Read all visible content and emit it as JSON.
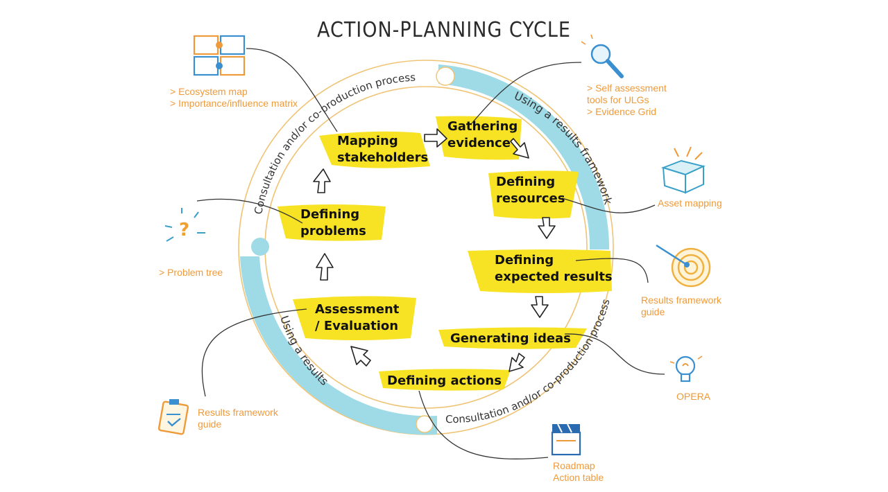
{
  "title": "ACTION-PLANNING CYCLE",
  "ring_text": {
    "outer_top_left": "Consultation and/or co-production process",
    "outer_bottom_right": "Consultation and/or co-production process",
    "blue_top_right": "Using a results framework",
    "blue_bottom_left": "Using a results"
  },
  "steps": {
    "mapping": "Mapping\nstakeholders",
    "gathering": "Gathering\nevidence",
    "resources": "Defining\nresources",
    "expected": "Defining\nexpected results",
    "ideas": "Generating ideas",
    "actions": "Defining actions",
    "assessment": "Assessment\n/ Evaluation",
    "problems": "Defining\nproblems"
  },
  "tools": {
    "ecosystem": "> Ecosystem map\n> Importance/influence matrix",
    "self_assessment": "> Self assessment\ntools for ULGs\n> Evidence Grid",
    "asset": "Asset mapping",
    "results_guide_right": "Results framework\nguide",
    "opera": "OPERA",
    "roadmap": "Roadmap\nAction table",
    "results_guide_left": "Results framework\nguide",
    "problem_tree": "> Problem tree"
  },
  "icons": {
    "ecosystem": "puzzle-icon",
    "self_assessment": "magnifier-icon",
    "asset": "box-icon",
    "results_guide_right": "target-icon",
    "opera": "lightbulb-icon",
    "roadmap": "clapperboard-icon",
    "results_guide_left": "clipboard-icon",
    "problem_tree": "question-icon"
  },
  "colors": {
    "ring_blue": "#9edbe6",
    "outline_orange": "#f0c374",
    "highlight_yellow": "#f7e324",
    "label_orange": "#ee9a3a",
    "text_dark": "#111111"
  }
}
